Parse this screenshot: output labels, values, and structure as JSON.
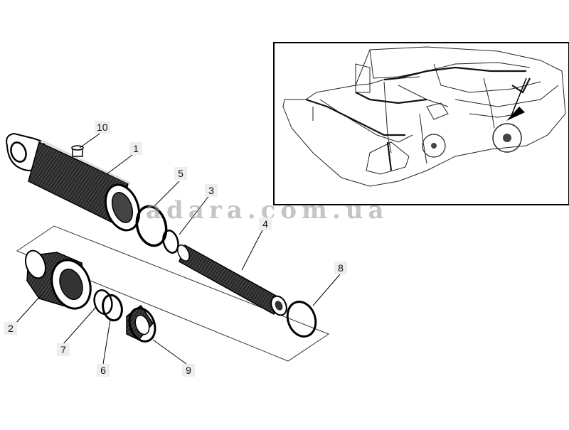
{
  "diagram": {
    "watermark": "adara.com.ua",
    "callouts": [
      {
        "id": "c10",
        "label": "10"
      },
      {
        "id": "c1",
        "label": "1"
      },
      {
        "id": "c5",
        "label": "5"
      },
      {
        "id": "c3",
        "label": "3"
      },
      {
        "id": "c4",
        "label": "4"
      },
      {
        "id": "c8",
        "label": "8"
      },
      {
        "id": "c2",
        "label": "2"
      },
      {
        "id": "c7",
        "label": "7"
      },
      {
        "id": "c6",
        "label": "6"
      },
      {
        "id": "c9",
        "label": "9"
      }
    ]
  }
}
